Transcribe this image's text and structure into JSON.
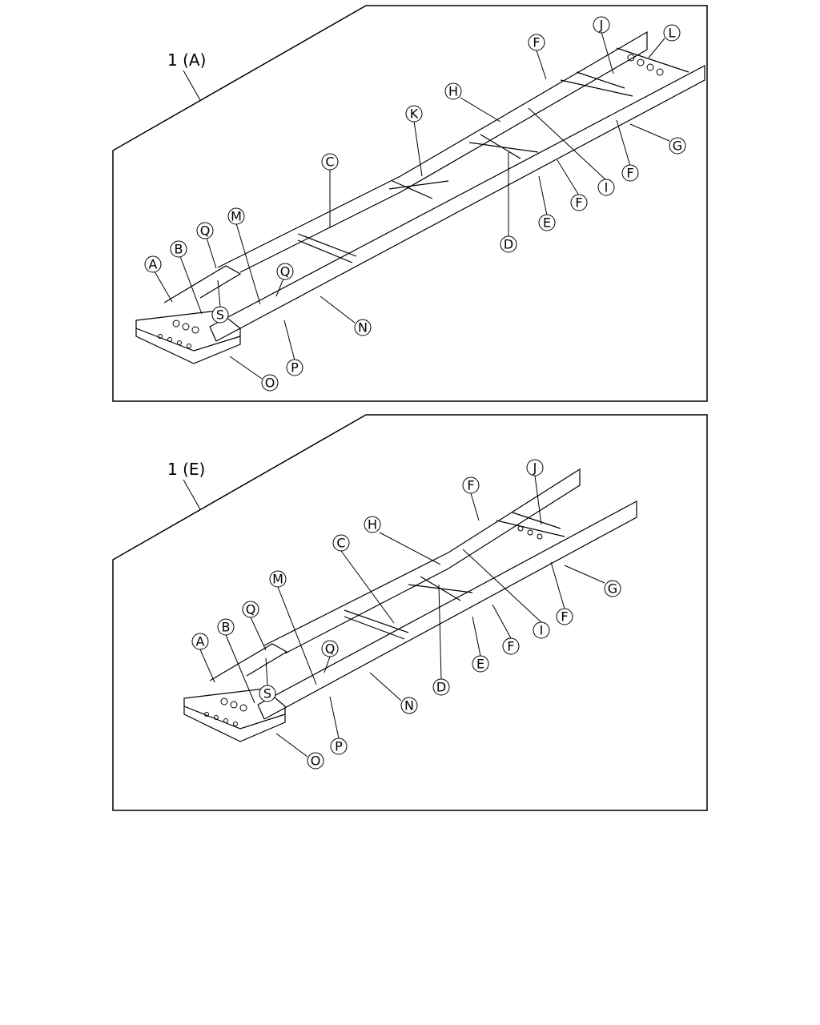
{
  "panels": [
    {
      "title": "1 (A)",
      "callouts": [
        "F",
        "J",
        "L",
        "H",
        "K",
        "C",
        "I",
        "G",
        "F",
        "F",
        "E",
        "D",
        "M",
        "Q",
        "B",
        "A",
        "Q",
        "S",
        "N",
        "O",
        "P"
      ]
    },
    {
      "title": "1 (E)",
      "callouts": [
        "J",
        "F",
        "H",
        "C",
        "M",
        "Q",
        "B",
        "A",
        "Q",
        "S",
        "I",
        "G",
        "F",
        "F",
        "E",
        "D",
        "N",
        "O",
        "P"
      ]
    }
  ]
}
